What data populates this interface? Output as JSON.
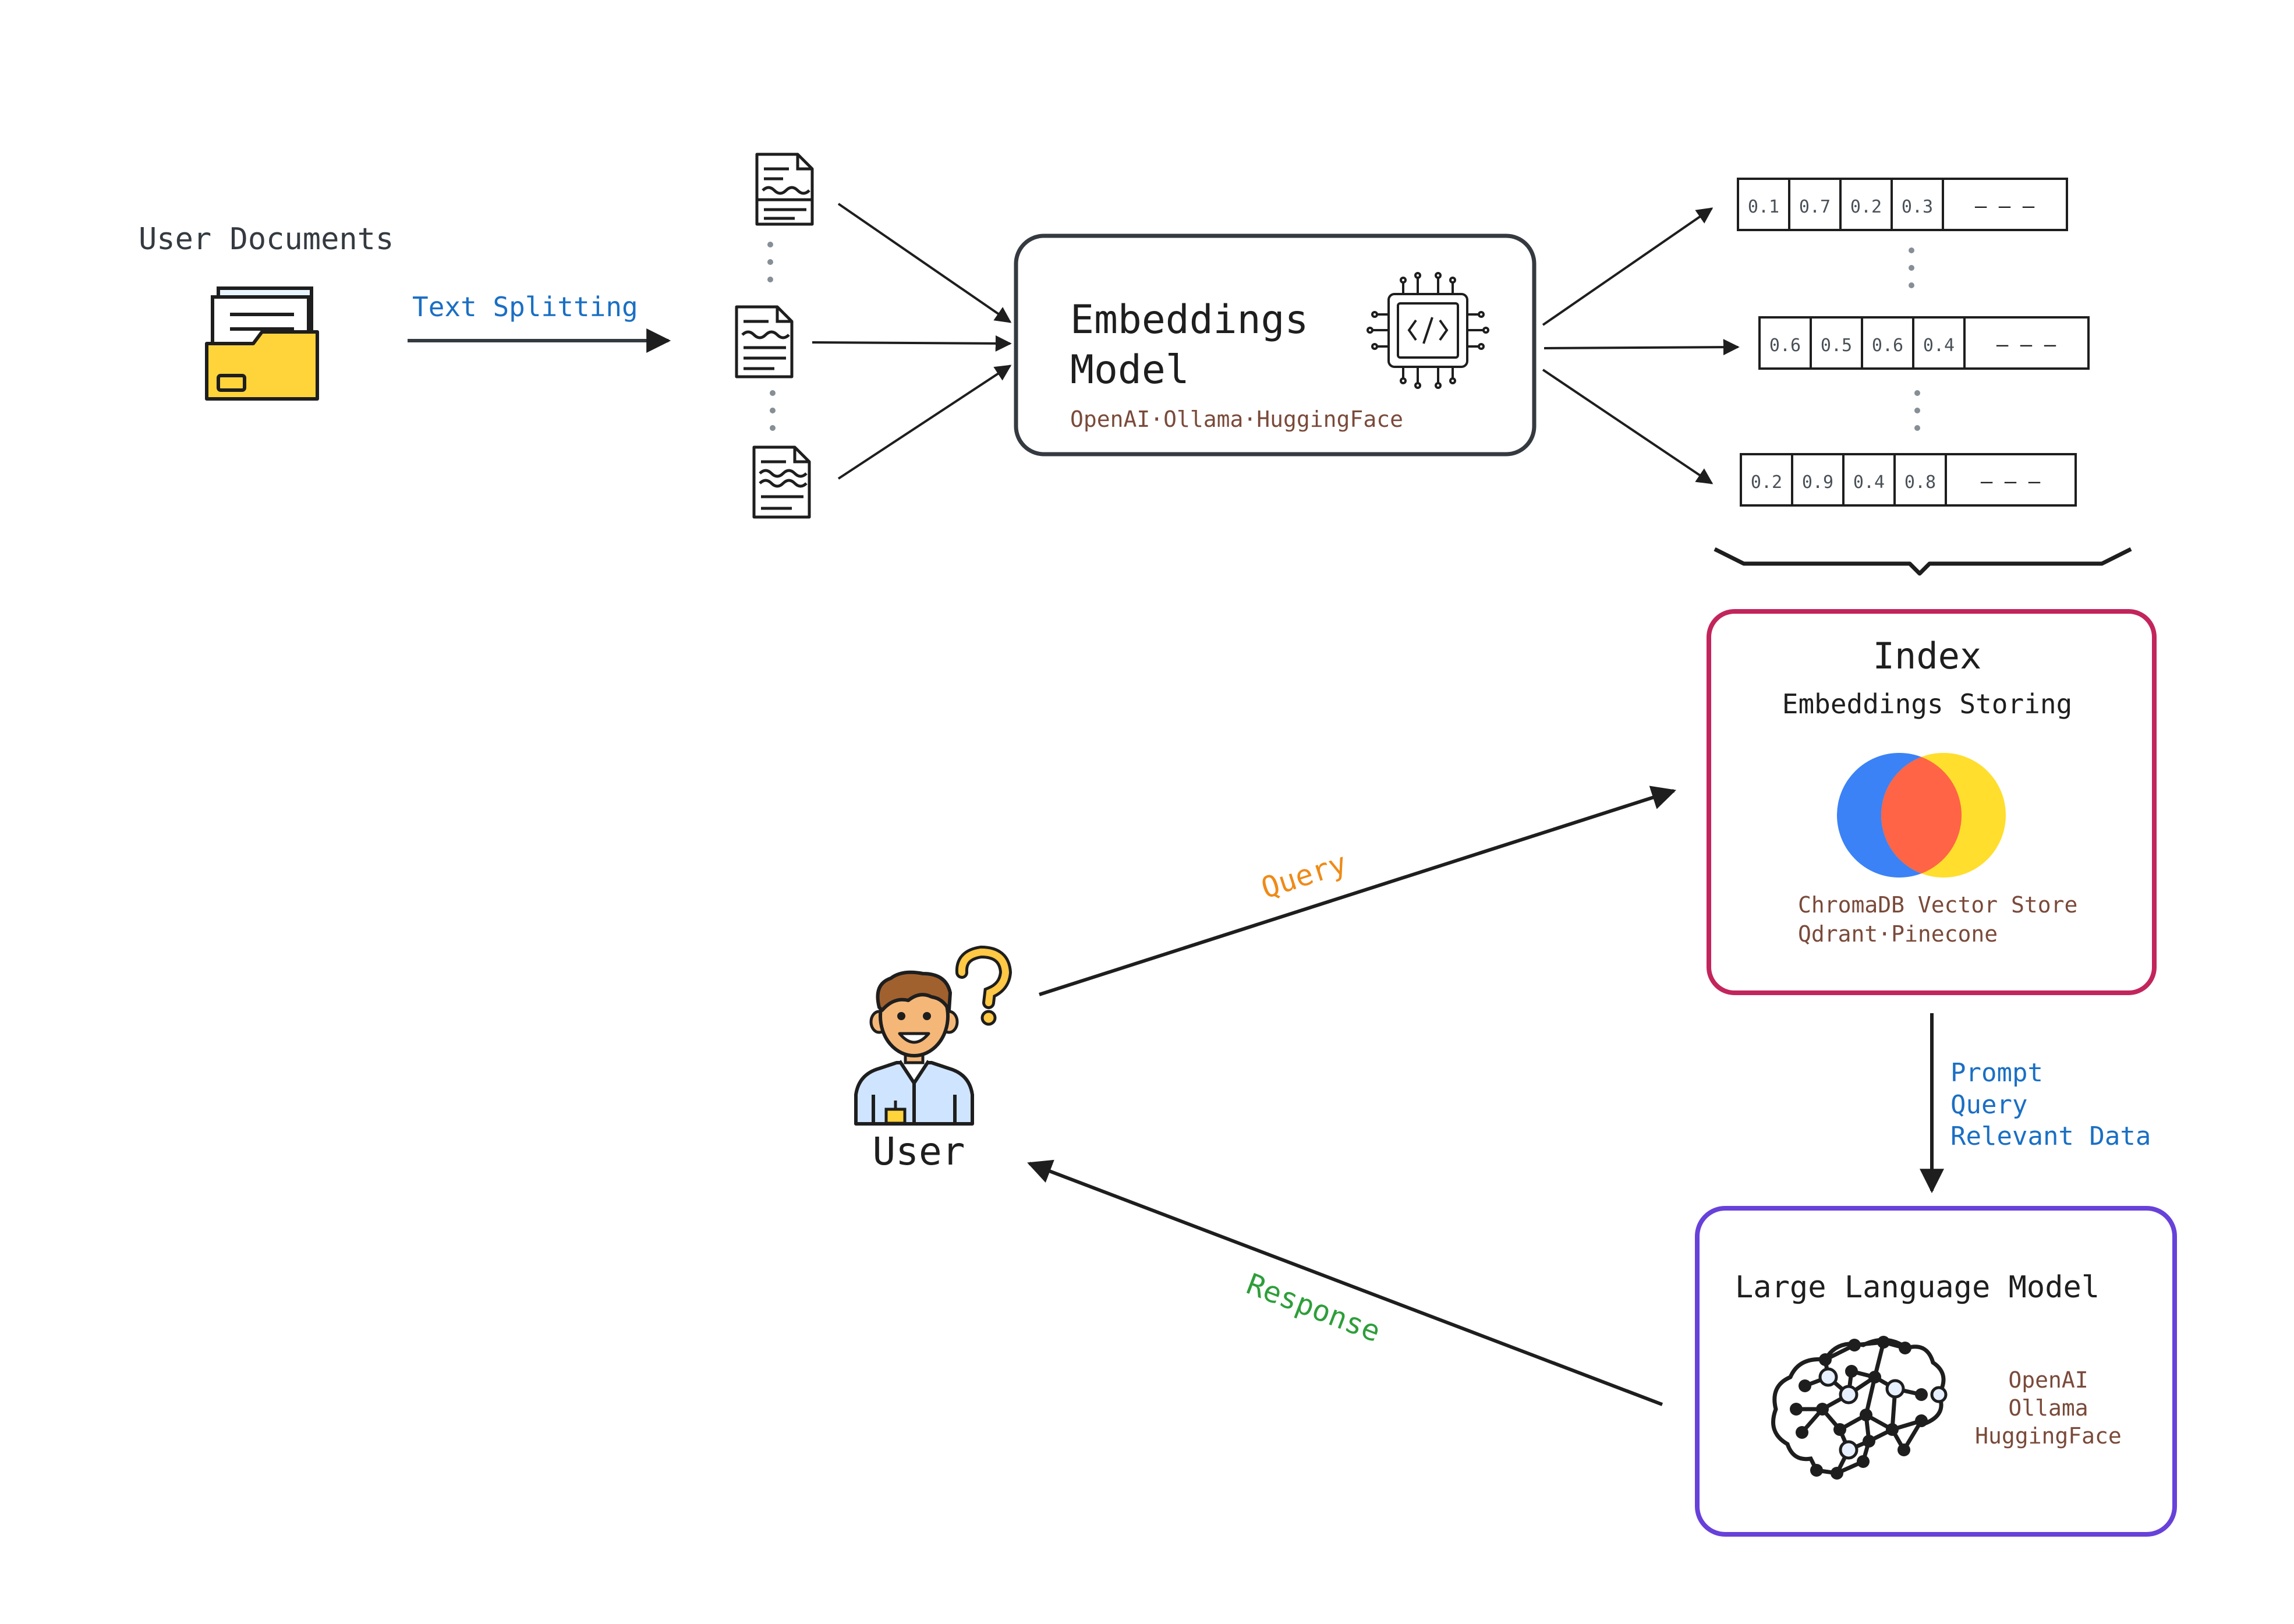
{
  "source": {
    "title": "User Documents"
  },
  "split": {
    "label": "Text Splitting"
  },
  "embeddings_model": {
    "title_line1": "Embeddings",
    "title_line2": "Model",
    "providers": "OpenAI·Ollama·HuggingFace"
  },
  "vectors": [
    {
      "values": [
        "0.1",
        "0.7",
        "0.2",
        "0.3"
      ],
      "ellipsis": "— — —"
    },
    {
      "values": [
        "0.6",
        "0.5",
        "0.6",
        "0.4"
      ],
      "ellipsis": "— — —"
    },
    {
      "values": [
        "0.2",
        "0.9",
        "0.4",
        "0.8"
      ],
      "ellipsis": "— — —"
    }
  ],
  "index": {
    "title": "Index",
    "subtitle": "Embeddings Storing",
    "store_line1": "ChromaDB Vector Store",
    "store_line2": "Qdrant·Pinecone"
  },
  "prompt_label": {
    "line1": "Prompt",
    "line2": "Query",
    "line3": "Relevant Data"
  },
  "llm": {
    "title": "Large Language Model",
    "provider1": "OpenAI",
    "provider2": "Ollama",
    "provider3": "HuggingFace"
  },
  "user": {
    "label": "User"
  },
  "query_label": "Query",
  "response_label": "Response",
  "colors": {
    "blue_text": "#1a6fc4",
    "brown_text": "#7a4a3a",
    "query_orange": "#ef8a17",
    "response_green": "#2e9e3a",
    "index_border": "#c2255c",
    "llm_border": "#6741d9",
    "model_border": "#343a40",
    "arrow": "#1e1e1e"
  }
}
